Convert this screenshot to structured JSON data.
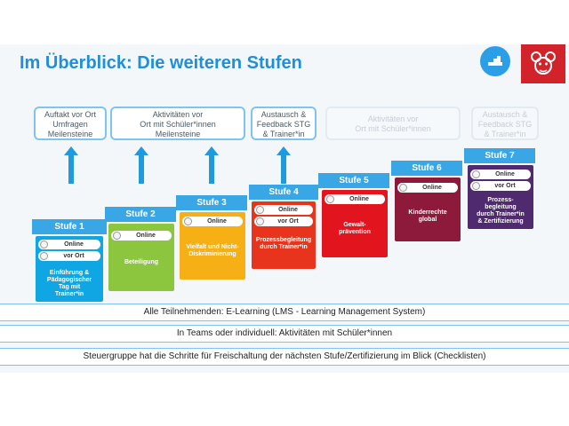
{
  "title": "Im Überblick: Die weiteren Stufen",
  "logos": {
    "left": "pin-icon",
    "right": "bear-icon"
  },
  "colors": {
    "accent": "#39a6e6",
    "stufe1": "#0fa6e3",
    "stufe2": "#8cc63e",
    "stufe3": "#f6b016",
    "stufe4": "#e8341c",
    "stufe5": "#e2151f",
    "stufe6": "#8e1a3b",
    "stufe7": "#4f2a6e"
  },
  "top_boxes": [
    {
      "lines": [
        "Auftakt vor Ort",
        "Umfragen",
        "Meilensteine"
      ],
      "faded": false
    },
    {
      "lines": [
        "Aktivitäten vor",
        "Ort mit Schüler*innen",
        "Meilensteine"
      ],
      "faded": false
    },
    {
      "lines": [
        "Austausch &",
        "Feedback STG",
        "& Trainer*in"
      ],
      "faded": false
    },
    {
      "lines": [
        "Aktivitäten vor",
        "Ort mit Schüler*innen"
      ],
      "faded": true
    },
    {
      "lines": [
        "Austausch &",
        "Feedback STG",
        "& Trainer*in"
      ],
      "faded": true
    }
  ],
  "stufen": [
    {
      "label": "Stufe 1",
      "badges": [
        "Online",
        "vor Ort"
      ],
      "text": [
        "Einführung &",
        "Pädagogischer",
        "Tag mit",
        "Trainer*in"
      ]
    },
    {
      "label": "Stufe 2",
      "badges": [
        "Online"
      ],
      "text": [
        "Beteiligung"
      ]
    },
    {
      "label": "Stufe 3",
      "badges": [
        "Online"
      ],
      "text": [
        "Vielfalt und Nicht-",
        "Diskriminierung"
      ]
    },
    {
      "label": "Stufe 4",
      "badges": [
        "Online",
        "vor Ort"
      ],
      "text": [
        "Prozessbegleitung",
        "durch Trainer*in"
      ]
    },
    {
      "label": "Stufe 5",
      "badges": [
        "Online"
      ],
      "text": [
        "Gewalt-",
        "prävention"
      ]
    },
    {
      "label": "Stufe 6",
      "badges": [
        "Online"
      ],
      "text": [
        "Kinderrechte",
        "global"
      ]
    },
    {
      "label": "Stufe 7",
      "badges": [
        "Online",
        "vor Ort"
      ],
      "text": [
        "Prozess-",
        "begleitung",
        "durch Trainer*in",
        "& Zertifizierung"
      ]
    }
  ],
  "bars": [
    "Alle Teilnehmenden: E-Learning (LMS - Learning Management System)",
    "In Teams oder individuell: Aktivitäten mit Schüler*innen",
    "Steuergruppe hat die Schritte für Freischaltung der nächsten Stufe/Zertifizierung im Blick (Checklisten)"
  ]
}
